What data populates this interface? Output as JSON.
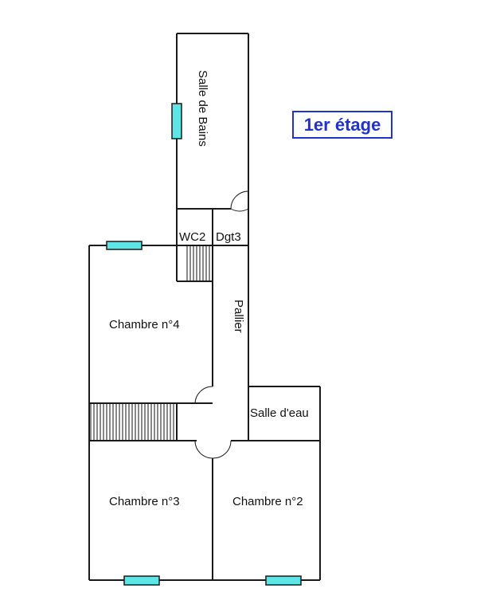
{
  "title": "1er étage",
  "rooms": {
    "bathroom": "Salle de Bains",
    "wc": "WC2",
    "storage": "Dgt3",
    "landing": "Pallier",
    "bedroom4": "Chambre n°4",
    "shower_room": "Salle d'eau",
    "bedroom3": "Chambre n°3",
    "bedroom2": "Chambre n°2"
  },
  "colors": {
    "wall": "#1a1a1a",
    "window": "#5ee6e6",
    "title": "#2233cc"
  }
}
